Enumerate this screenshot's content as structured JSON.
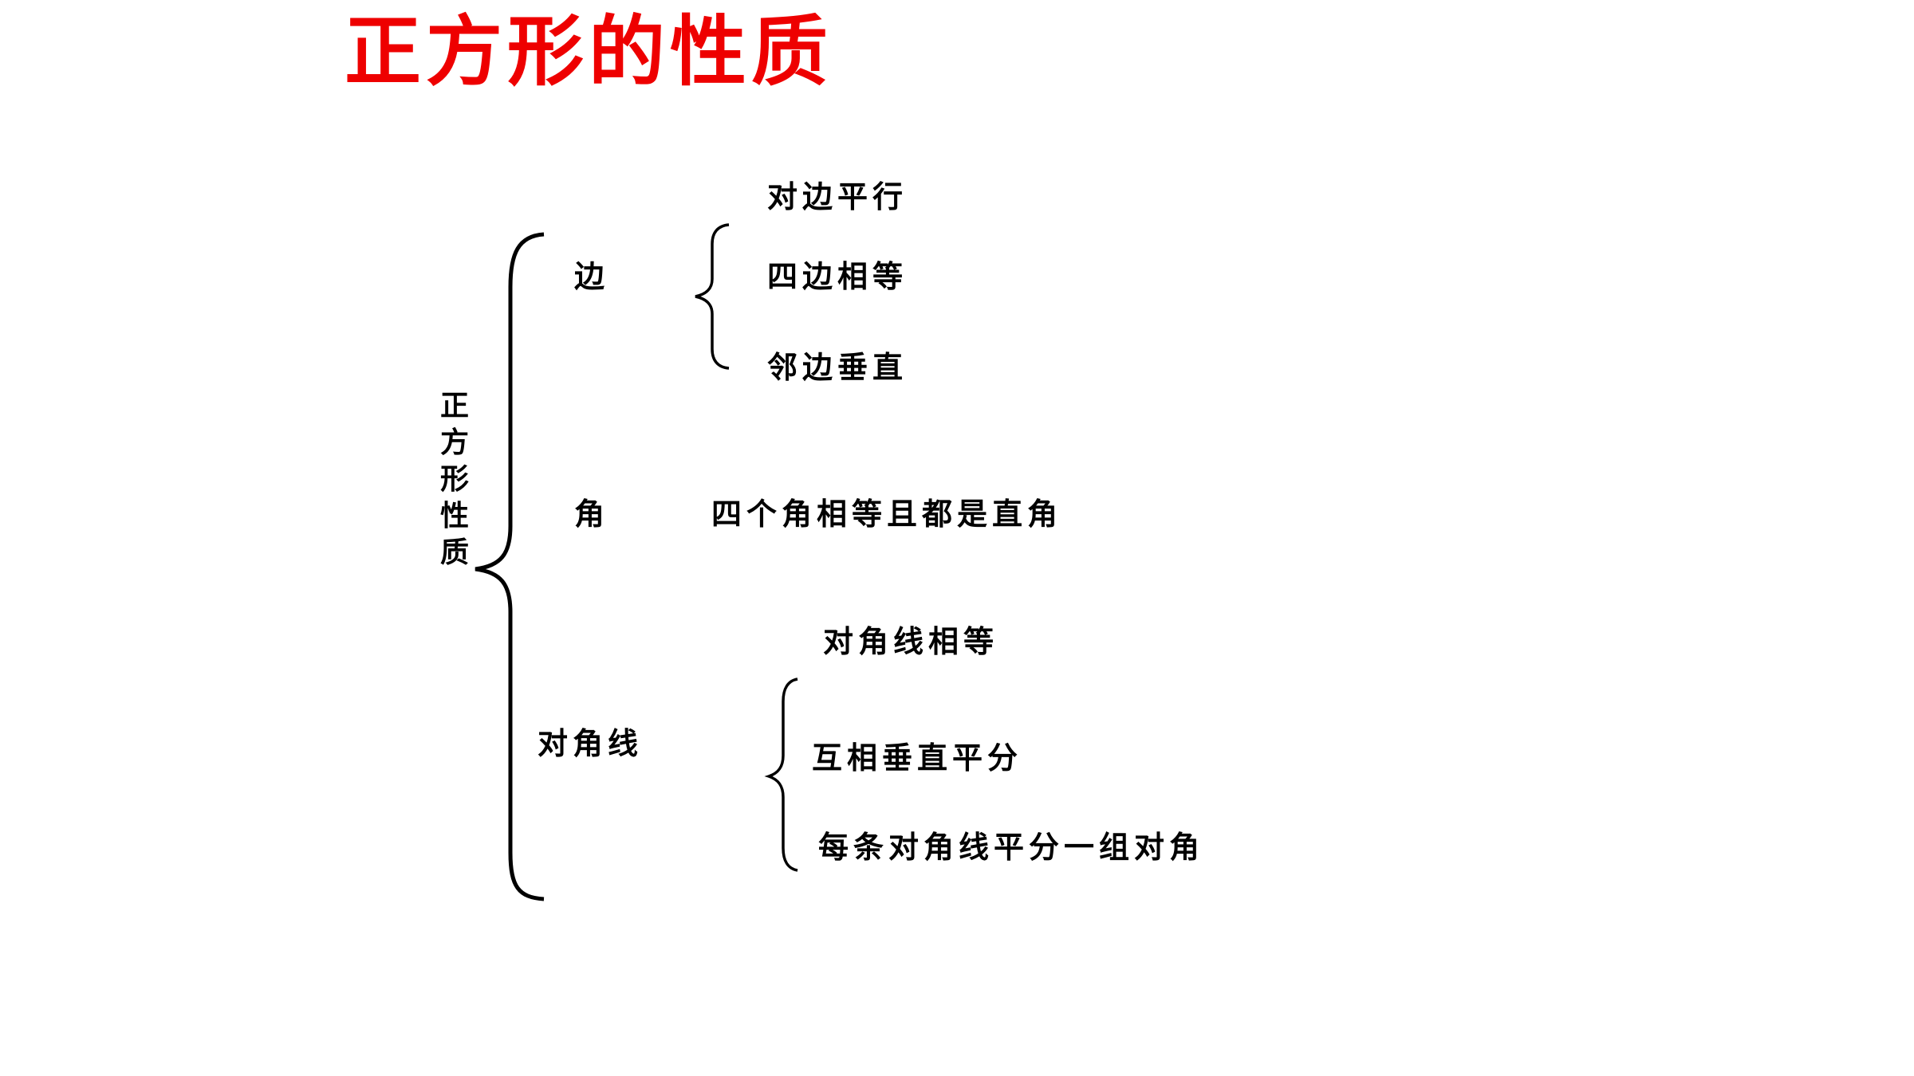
{
  "title": "正方形的性质",
  "root": "正方形性质",
  "branches": {
    "side": {
      "label": "边",
      "items": [
        "对边平行",
        "四边相等",
        "邻边垂直"
      ]
    },
    "angle": {
      "label": "角",
      "text": "四个角相等且都是直角"
    },
    "diagonal": {
      "label": "对角线",
      "items": [
        "对角线相等",
        "互相垂直平分",
        "每条对角线平分一组对角"
      ]
    }
  },
  "colors": {
    "title": "#ee0000",
    "text": "#000000"
  }
}
